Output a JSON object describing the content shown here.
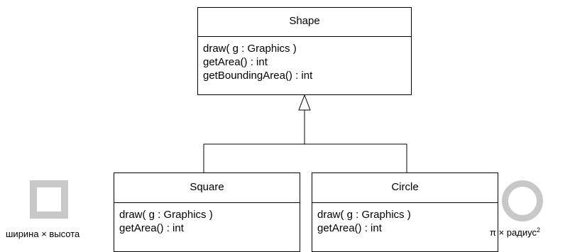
{
  "diagram": {
    "classes": {
      "shape": {
        "name": "Shape",
        "methods": [
          "draw( g : Graphics )",
          "getArea() : int",
          "getBoundingArea() : int"
        ]
      },
      "square": {
        "name": "Square",
        "methods": [
          "draw( g : Graphics )",
          "getArea() : int"
        ]
      },
      "circle": {
        "name": "Circle",
        "methods": [
          "draw( g : Graphics )",
          "getArea() : int"
        ]
      }
    },
    "annotations": {
      "square": {
        "text": "ширина × высота"
      },
      "circle": {
        "text": "π × радиус",
        "superscript": "2"
      }
    },
    "colors": {
      "line": "#000000",
      "shape_icon": "#c8c8c8"
    }
  }
}
